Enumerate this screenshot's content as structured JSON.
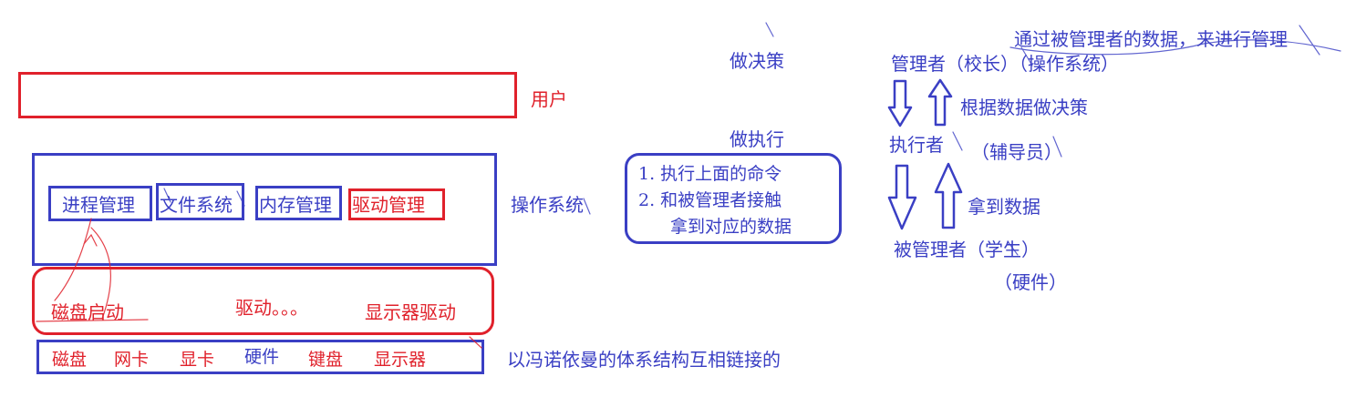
{
  "colors": {
    "blue": "#3a3fc4",
    "red": "#e0212b"
  },
  "left": {
    "user_label": "用户",
    "os_label": "操作系统",
    "os_modules": [
      "进程管理",
      "文件系统",
      "内存管理",
      "驱动管理"
    ],
    "drivers": [
      "磁盘启动",
      "驱动。。。",
      "显示器驱动"
    ],
    "hardware": [
      "磁盘",
      "网卡",
      "显卡",
      "硬件",
      "键盘",
      "显示器"
    ],
    "von_neumann_note": "以冯诺依曼的体系结构互相链接的"
  },
  "middle": {
    "decide_label": "做决策",
    "execute_label": "做执行",
    "steps": [
      "1.  执行上面的命令",
      "2.  和被管理者接触",
      "拿到对应的数据"
    ]
  },
  "right": {
    "top_note": "通过被管理者的数据，来进行管理",
    "manager": "管理者（校长）（操作系统）",
    "decide_note": "根据数据做决策",
    "executor": "执行者",
    "executor_role": "（辅导员）",
    "fetch_note": "拿到数据",
    "managed": "被管理者（学生）",
    "managed_role": "（硬件）"
  }
}
